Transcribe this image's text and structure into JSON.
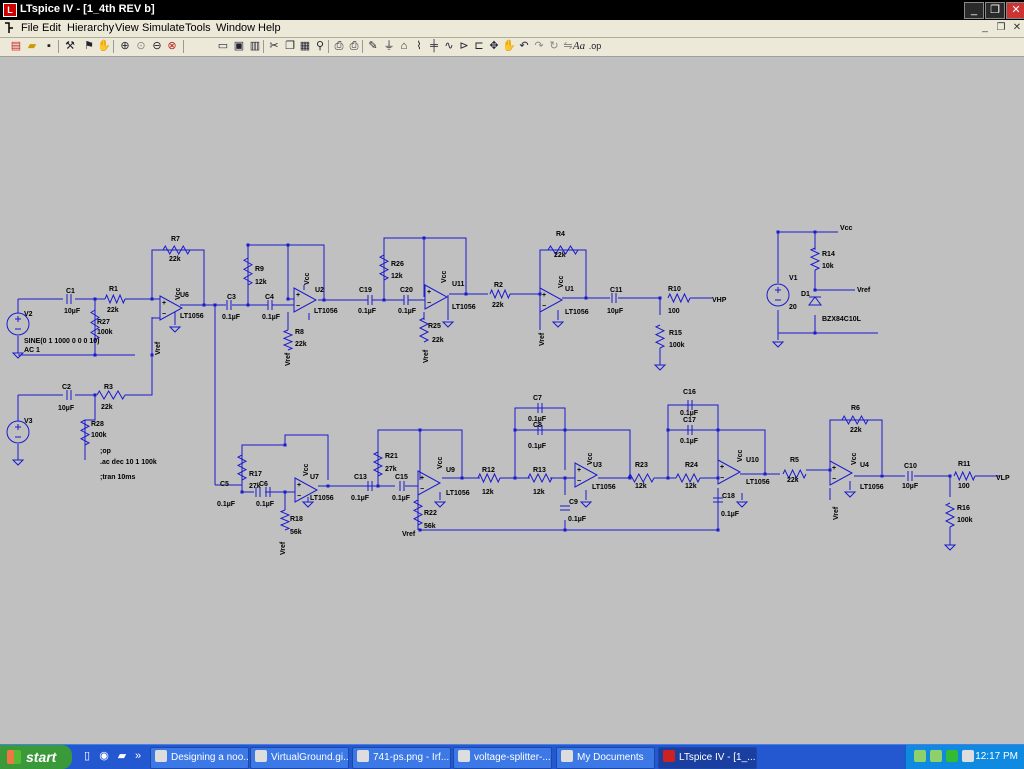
{
  "window": {
    "title": "LTspice IV - [1_4th REV b]",
    "minimize": "_",
    "maximize": "❐",
    "close": "✕"
  },
  "menu": {
    "items": [
      "File",
      "Edit",
      "Hierarchy",
      "View",
      "Simulate",
      "Tools",
      "Window",
      "Help"
    ],
    "mdi_minimize": "_",
    "mdi_restore": "❐",
    "mdi_close": "✕"
  },
  "toolbar": {
    "icons": [
      "new-schematic-icon",
      "open-icon",
      "save-icon",
      "control-panel-icon",
      "run-icon",
      "halt-icon",
      "zoom-in-icon",
      "zoom-pan-icon",
      "zoom-out-icon",
      "zoom-fit-icon",
      "tile-horizontal-icon",
      "cascade-icon",
      "tile-vertical-icon",
      "cut-icon",
      "copy-icon",
      "paste-icon",
      "find-icon",
      "print-setup-icon",
      "print-icon",
      "draw-wire-icon",
      "ground-icon",
      "label-net-icon",
      "resistor-icon",
      "capacitor-icon",
      "inductor-icon",
      "diode-icon",
      "component-icon",
      "move-icon",
      "drag-icon",
      "undo-icon",
      "redo-icon",
      "rotate-icon",
      "mirror-icon",
      "text-icon",
      "spice-directive-icon"
    ],
    "text_label": "Aa",
    "op_label": ".op"
  },
  "schematic": {
    "colors": {
      "wire": "#1a1ad0",
      "ground": "#1a1ad0",
      "text": "#000000"
    },
    "components": {
      "C1": {
        "name": "C1",
        "value": "10µF"
      },
      "R1": {
        "name": "R1",
        "value": "22k"
      },
      "R7": {
        "name": "R7",
        "value": "22k"
      },
      "U6": {
        "name": "U6",
        "value": "LT1056"
      },
      "R27": {
        "name": "R27",
        "value": "100k"
      },
      "V2": {
        "name": "V2",
        "value": "SINE(0 1 1000 0 0 0 10)",
        "value2": "AC 1"
      },
      "C2": {
        "name": "C2",
        "value": "10µF"
      },
      "R3": {
        "name": "R3",
        "value": "22k"
      },
      "R28": {
        "name": "R28",
        "value": "100k"
      },
      "V3": {
        "name": "V3"
      },
      "C3": {
        "name": "C3",
        "value": "0.1µF"
      },
      "C4": {
        "name": "C4",
        "value": "0.1µF"
      },
      "R9": {
        "name": "R9",
        "value": "12k"
      },
      "R8": {
        "name": "R8",
        "value": "22k"
      },
      "U2": {
        "name": "U2",
        "value": "LT1056"
      },
      "C19": {
        "name": "C19",
        "value": "0.1µF"
      },
      "C20": {
        "name": "C20",
        "value": "0.1µF"
      },
      "R26": {
        "name": "R26",
        "value": "12k"
      },
      "R25": {
        "name": "R25",
        "value": "22k"
      },
      "U11": {
        "name": "U11",
        "value": "LT1056"
      },
      "R2": {
        "name": "R2",
        "value": "22k"
      },
      "R4": {
        "name": "R4",
        "value": "22k"
      },
      "U1": {
        "name": "U1",
        "value": "LT1056"
      },
      "C11": {
        "name": "C11",
        "value": "10µF"
      },
      "R10": {
        "name": "R10",
        "value": "100"
      },
      "R15": {
        "name": "R15",
        "value": "100k"
      },
      "R14": {
        "name": "R14",
        "value": "10k"
      },
      "V1": {
        "name": "V1",
        "value": "20"
      },
      "D1": {
        "name": "D1",
        "value": "BZX84C10L"
      },
      "C5": {
        "name": "C5",
        "value": "0.1µF"
      },
      "C6": {
        "name": "C6",
        "value": "0.1µF"
      },
      "R17": {
        "name": "R17",
        "value": "27k"
      },
      "R18": {
        "name": "R18",
        "value": "56k"
      },
      "U7": {
        "name": "U7",
        "value": "LT1056"
      },
      "C13": {
        "name": "C13",
        "value": "0.1µF"
      },
      "C15": {
        "name": "C15",
        "value": "0.1µF"
      },
      "R21": {
        "name": "R21",
        "value": "27k"
      },
      "R22": {
        "name": "R22",
        "value": "56k"
      },
      "U9": {
        "name": "U9",
        "value": "LT1056"
      },
      "R12": {
        "name": "R12",
        "value": "12k"
      },
      "R13": {
        "name": "R13",
        "value": "12k"
      },
      "C7": {
        "name": "C7",
        "value": "0.1µF"
      },
      "C8": {
        "name": "C8",
        "value": "0.1µF"
      },
      "C9": {
        "name": "C9",
        "value": "0.1µF"
      },
      "U3": {
        "name": "U3",
        "value": "LT1056"
      },
      "R23": {
        "name": "R23",
        "value": "12k"
      },
      "R24": {
        "name": "R24",
        "value": "12k"
      },
      "C16": {
        "name": "C16",
        "value": "0.1µF"
      },
      "C17": {
        "name": "C17",
        "value": "0.1µF"
      },
      "C18": {
        "name": "C18",
        "value": "0.1µF"
      },
      "U10": {
        "name": "U10",
        "value": "LT1056"
      },
      "R5": {
        "name": "R5",
        "value": "22k"
      },
      "R6": {
        "name": "R6",
        "value": "22k"
      },
      "U4": {
        "name": "U4",
        "value": "LT1056"
      },
      "C10": {
        "name": "C10",
        "value": "10µF"
      },
      "R11": {
        "name": "R11",
        "value": "100"
      },
      "R16": {
        "name": "R16",
        "value": "100k"
      }
    },
    "nets": {
      "vcc": "Vcc",
      "vref": "Vref",
      "vhp": "VHP",
      "vlp": "VLP"
    },
    "directives": [
      ";op",
      ".ac dec 10 1 100k",
      ";tran 10ms"
    ]
  },
  "taskbar": {
    "start": "start",
    "quicklaunch_overflow": "»",
    "tasks": [
      {
        "label": "Designing a noo...",
        "active": false
      },
      {
        "label": "VirtualGround.gi...",
        "active": false
      },
      {
        "label": "741-ps.png - Irf...",
        "active": false
      },
      {
        "label": "voltage-splitter-...",
        "active": false
      },
      {
        "label": "My Documents",
        "active": false
      },
      {
        "label": "LTspice IV - [1_...",
        "active": true
      }
    ],
    "clock": "12:17 PM"
  }
}
